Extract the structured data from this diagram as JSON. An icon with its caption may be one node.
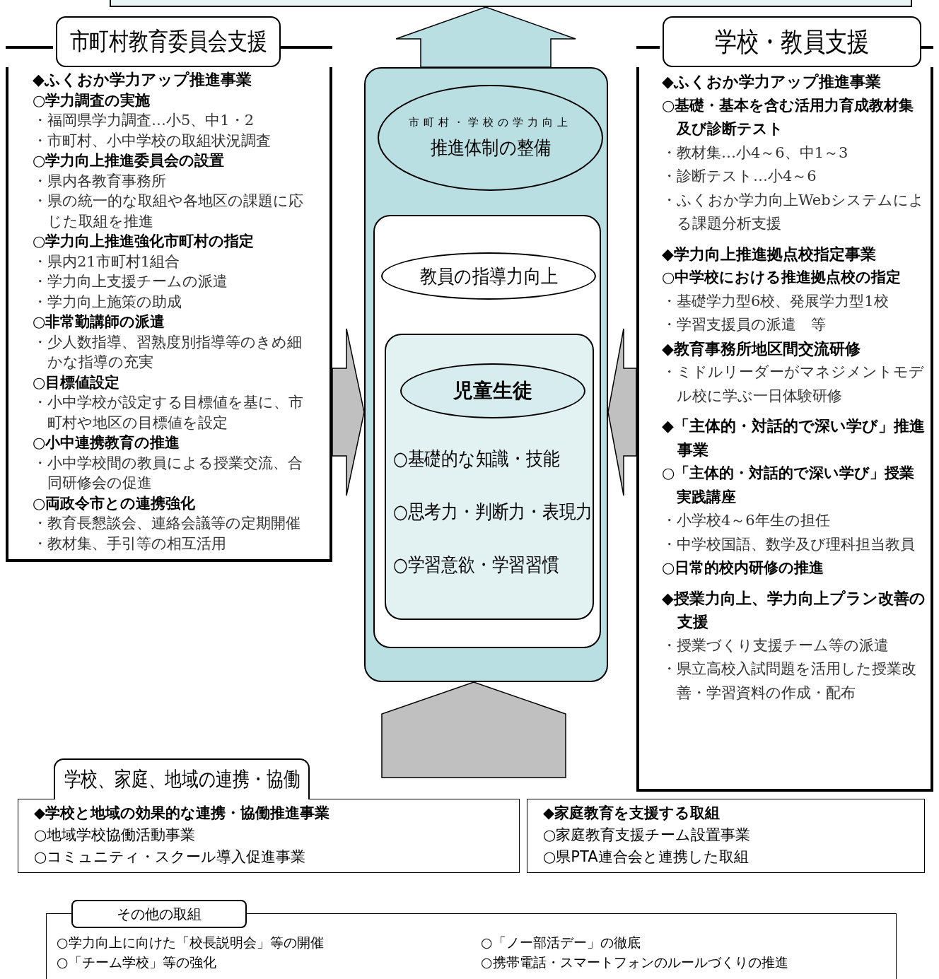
{
  "diagram": {
    "nodes": [
      {
        "text": [],
        "shape": "box"
      },
      {
        "text": [
          "市町村教育委員会支援",
          "◆ふくおか学力アップ推進事業",
          "○学力調査の実施",
          "・福岡県学力調査…小5、中1・2",
          "・市町村、小中学校の取組状況調査",
          "○学力向上推進委員会の設置",
          "・県内各教育事務所",
          "・県の統一的な取組や各地区の課題に応じた取組を推進",
          "○学力向上推進強化市町村の指定",
          "・県内21市町村1組合",
          "・学力向上支援チームの派遣",
          "・学力向上施策の助成",
          "○非常勤講師の派遣",
          "・少人数指導、習熟度別指導等のきめ細かな指導の充実",
          "○目標値設定",
          "・小中学校が設定する目標値を基に、市町村や地区の目標値を設定",
          "○小中連携教育の推進",
          "・小中学校間の教員による授業交流、合同研修会の促進",
          "○両政令市との連携強化",
          "・教育長懇談会、連絡会議等の定期開催",
          "・教材集、手引等の相互活用"
        ]
      },
      {
        "text": [
          "学校・教員支援",
          "◆ふくおか学力アップ推進事業",
          "○基礎・基本を含む活用力育成教材集及び診断テスト",
          "・教材集…小4～6、中1～3",
          "・診断テスト…小4～6",
          "・ふくおか学力向上Webシステムによる課題分析支援",
          "◆学力向上推進拠点校指定事業",
          "○中学校における推進拠点校の指定",
          "・基礎学力型6校、発展学力型1校",
          "・学習支援員の派遣　等",
          "◆教育事務所地区間交流研修",
          "・ミドルリーダーがマネジメントモデル校に学ぶ一日体験研修",
          "◆「主体的・対話的で深い学び」推進事業",
          "○「主体的・対話的で深い学び」授業実践講座",
          "・小学校4～6年生の担任",
          "・中学校国語、数学及び理科担当教員",
          "○日常的校内研修の推進",
          "◆授業力向上、学力向上プラン改善の支援",
          "・授業づくり支援チーム等の派遣",
          "・県立高校入試問題を活用した授業改善・学習資料の作成・配布"
        ]
      },
      {
        "text": [],
        "shape": "box"
      },
      {
        "text": [
          "市町村・学校の学力向上",
          "推進体制の整備"
        ],
        "in": 3
      },
      {
        "text": [],
        "shape": "box",
        "in": 3
      },
      {
        "text": [
          "教員の指導力向上"
        ],
        "in": 5
      },
      {
        "text": [
          "○基礎的な知識・技能",
          "○思考力・判断力・表現力",
          "○学習意欲・学習習慣"
        ],
        "in": 5
      },
      {
        "text": [
          "児童生徒"
        ],
        "in": 7
      },
      {
        "text": [
          "学校、家庭、地域の連携・協働",
          "◆学校と地域の効果的な連携・協働推進事業",
          "○地域学校協働活動事業",
          "○コミュニティ・スクール導入促進事業"
        ]
      },
      {
        "text": [
          "◆家庭教育を支援する取組",
          "○家庭教育支援チーム設置事業",
          "○県PTA連合会と連携した取組"
        ]
      },
      {
        "text": [
          "その他の取組",
          "○学力向上に向けた「校長説明会」等の開催",
          "○「ノー部活デー」の徹底",
          "○「チーム学校」等の強化",
          "○携帯電話・スマートフォンのルールづくりの推進"
        ]
      }
    ],
    "edges": [
      {
        "from": 1,
        "to": 3,
        "arrow": "to"
      },
      {
        "from": 2,
        "to": 3,
        "arrow": "to"
      },
      {
        "from": null,
        "to": 3,
        "arrow": "to"
      },
      {
        "from": 3,
        "to": 0,
        "arrow": "to",
        "color": "#b9dfe3"
      }
    ]
  }
}
